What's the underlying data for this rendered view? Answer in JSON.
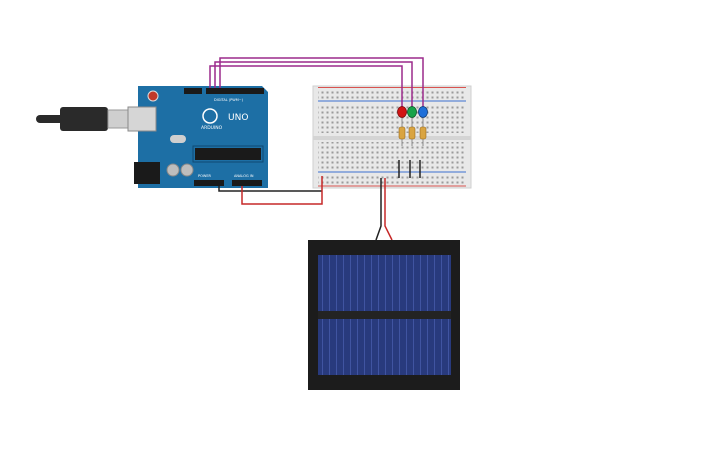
{
  "board": {
    "logo_text": "ARDUINO",
    "model_text": "UNO",
    "digital_label": "DIGITAL (PWM~)",
    "power_label": "POWER",
    "analog_label": "ANALOG IN",
    "board_color": "#1d6fa5",
    "header_color": "#1a1a1a"
  },
  "breadboard": {
    "color": "#e8e8e8",
    "rail_red": "#d9534f",
    "rail_blue": "#3b6fd1"
  },
  "leds": [
    {
      "name": "red-led",
      "color": "#d11414"
    },
    {
      "name": "green-led",
      "color": "#17a34a"
    },
    {
      "name": "blue-led",
      "color": "#1e6fd9"
    }
  ],
  "wires": {
    "signal": "#9c2a8c",
    "power_red": "#c62828",
    "ground": "#222222"
  },
  "solar_panel": {
    "frame": "#1c1c1c",
    "cell": "#1f2e6e"
  },
  "usb_cable": {
    "color": "#2a2a2a",
    "plug": "#cfcfcf"
  }
}
